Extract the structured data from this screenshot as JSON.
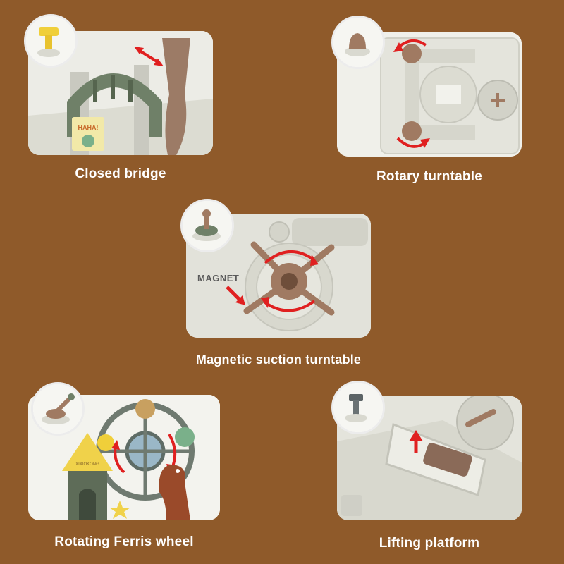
{
  "features": [
    {
      "caption": "Closed bridge"
    },
    {
      "caption": "Rotary turntable"
    },
    {
      "caption": "Magnetic suction turntable",
      "annotation": "MAGNET"
    },
    {
      "caption": "Rotating Ferris wheel"
    },
    {
      "caption": "Lifting platform"
    }
  ],
  "colors": {
    "background": "#8f5a2a",
    "panel": "#ffffff",
    "toy_body": "#e6e6de",
    "toy_green": "#6f8068",
    "toy_brown": "#a07a62",
    "arrow_red": "#e02020"
  },
  "icons": [
    "yellow-lever-icon",
    "brown-knob-icon",
    "green-knob-icon",
    "brown-crank-icon",
    "gray-lever-icon"
  ]
}
